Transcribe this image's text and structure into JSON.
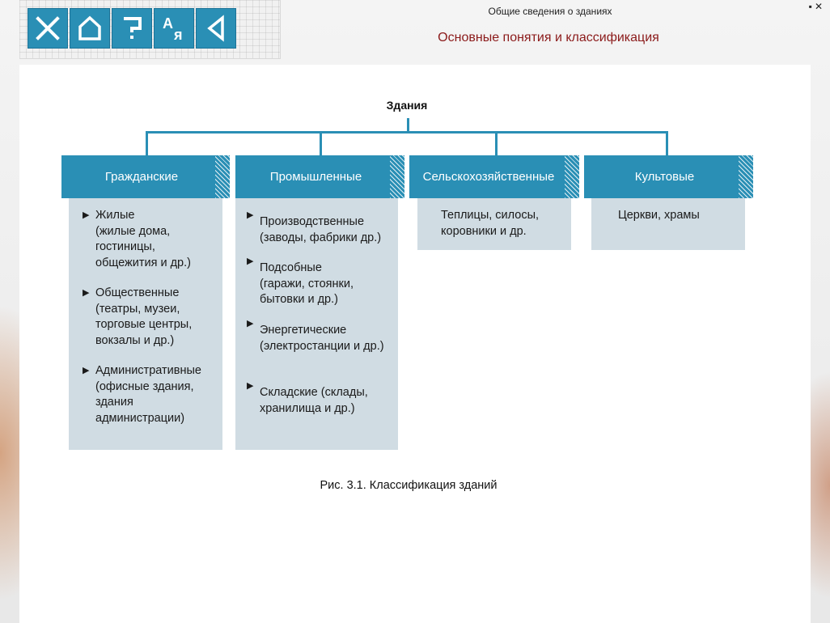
{
  "header": {
    "section": "Общие сведения о зданиях",
    "title": "Основные понятия и классификация"
  },
  "window_controls": {
    "minimize": "▪",
    "close": "✕"
  },
  "toolbar": {
    "buttons": [
      {
        "icon": "close-x-icon"
      },
      {
        "icon": "home-icon"
      },
      {
        "icon": "help-question-icon"
      },
      {
        "icon": "glossary-ay-icon"
      },
      {
        "icon": "back-arrow-icon"
      }
    ],
    "glossary_letters": [
      "А",
      "я"
    ]
  },
  "diagram": {
    "root": "Здания",
    "categories": [
      {
        "title": "Гражданские",
        "items": [
          {
            "lines": [
              "Жилые",
              "(жилые дома,",
              "гостиницы,",
              "общежития и др.)"
            ]
          },
          {
            "lines": [
              "Общественные",
              "(театры, музеи,",
              "торговые центры,",
              "вокзалы и др.)"
            ]
          },
          {
            "lines": [
              "Административные",
              "(офисные здания,",
              "здания",
              "администрации)"
            ]
          }
        ]
      },
      {
        "title": "Промышленные",
        "items": [
          {
            "lines": [
              "Производственные",
              "(заводы, фабрики др.)"
            ]
          },
          {
            "lines": [
              "Подсобные",
              "(гаражи, стоянки,",
              "бытовки и др.)"
            ]
          },
          {
            "lines": [
              "Энергетические",
              "(электростанции и др.)"
            ]
          },
          {
            "lines": [
              "Складские (склады,",
              "хранилища и др.)"
            ]
          }
        ]
      },
      {
        "title": "Сельскохозяйственные",
        "text": [
          "Теплицы, силосы,",
          "коровники и др."
        ]
      },
      {
        "title": "Культовые",
        "text": [
          "Церкви, храмы"
        ]
      }
    ],
    "caption": "Рис. 3.1. Классификация зданий"
  },
  "colors": {
    "accent": "#2a8fb5",
    "body_fill": "#d0dce3",
    "title_red": "#8b1a1a"
  }
}
